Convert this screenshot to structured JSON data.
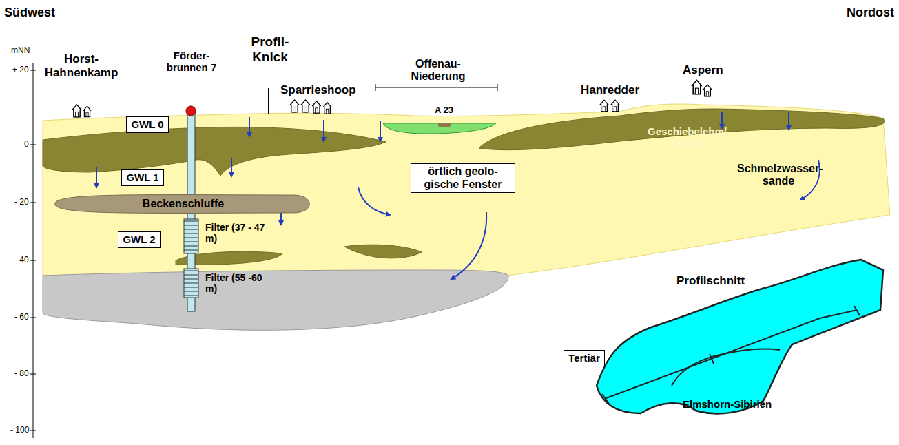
{
  "diagram": {
    "nodes": [
      {
        "text": [
          "GWL 0"
        ]
      },
      {
        "text": [
          "GWL 1"
        ]
      },
      {
        "text": [
          "GWL 2"
        ]
      },
      {
        "text": [
          "Beckenschluffe"
        ]
      },
      {
        "text": [
          "örtlich geolo- gische Fenster"
        ]
      },
      {
        "text": [
          "Tertiär"
        ]
      }
    ],
    "labels": [
      "Südwest",
      "Nordost",
      "Profil- Knick",
      "Horst- Hahnenkamp",
      "Förder- brunnen 7",
      "Offenau- Niederung",
      "Sparrieshoop",
      "Hanredder",
      "Aspern",
      "A 23",
      "Filter (37 - 47 m)",
      "Filter (55 -60 m)",
      "Geschiebelehm/- mergel",
      "Schmelzwasser- sande",
      "Profilschnitt",
      "Elmshorn-Sibirien",
      "mNN",
      "+ 20",
      "0",
      "- 20",
      "- 40",
      "- 60",
      "- 80",
      "- 100"
    ]
  }
}
